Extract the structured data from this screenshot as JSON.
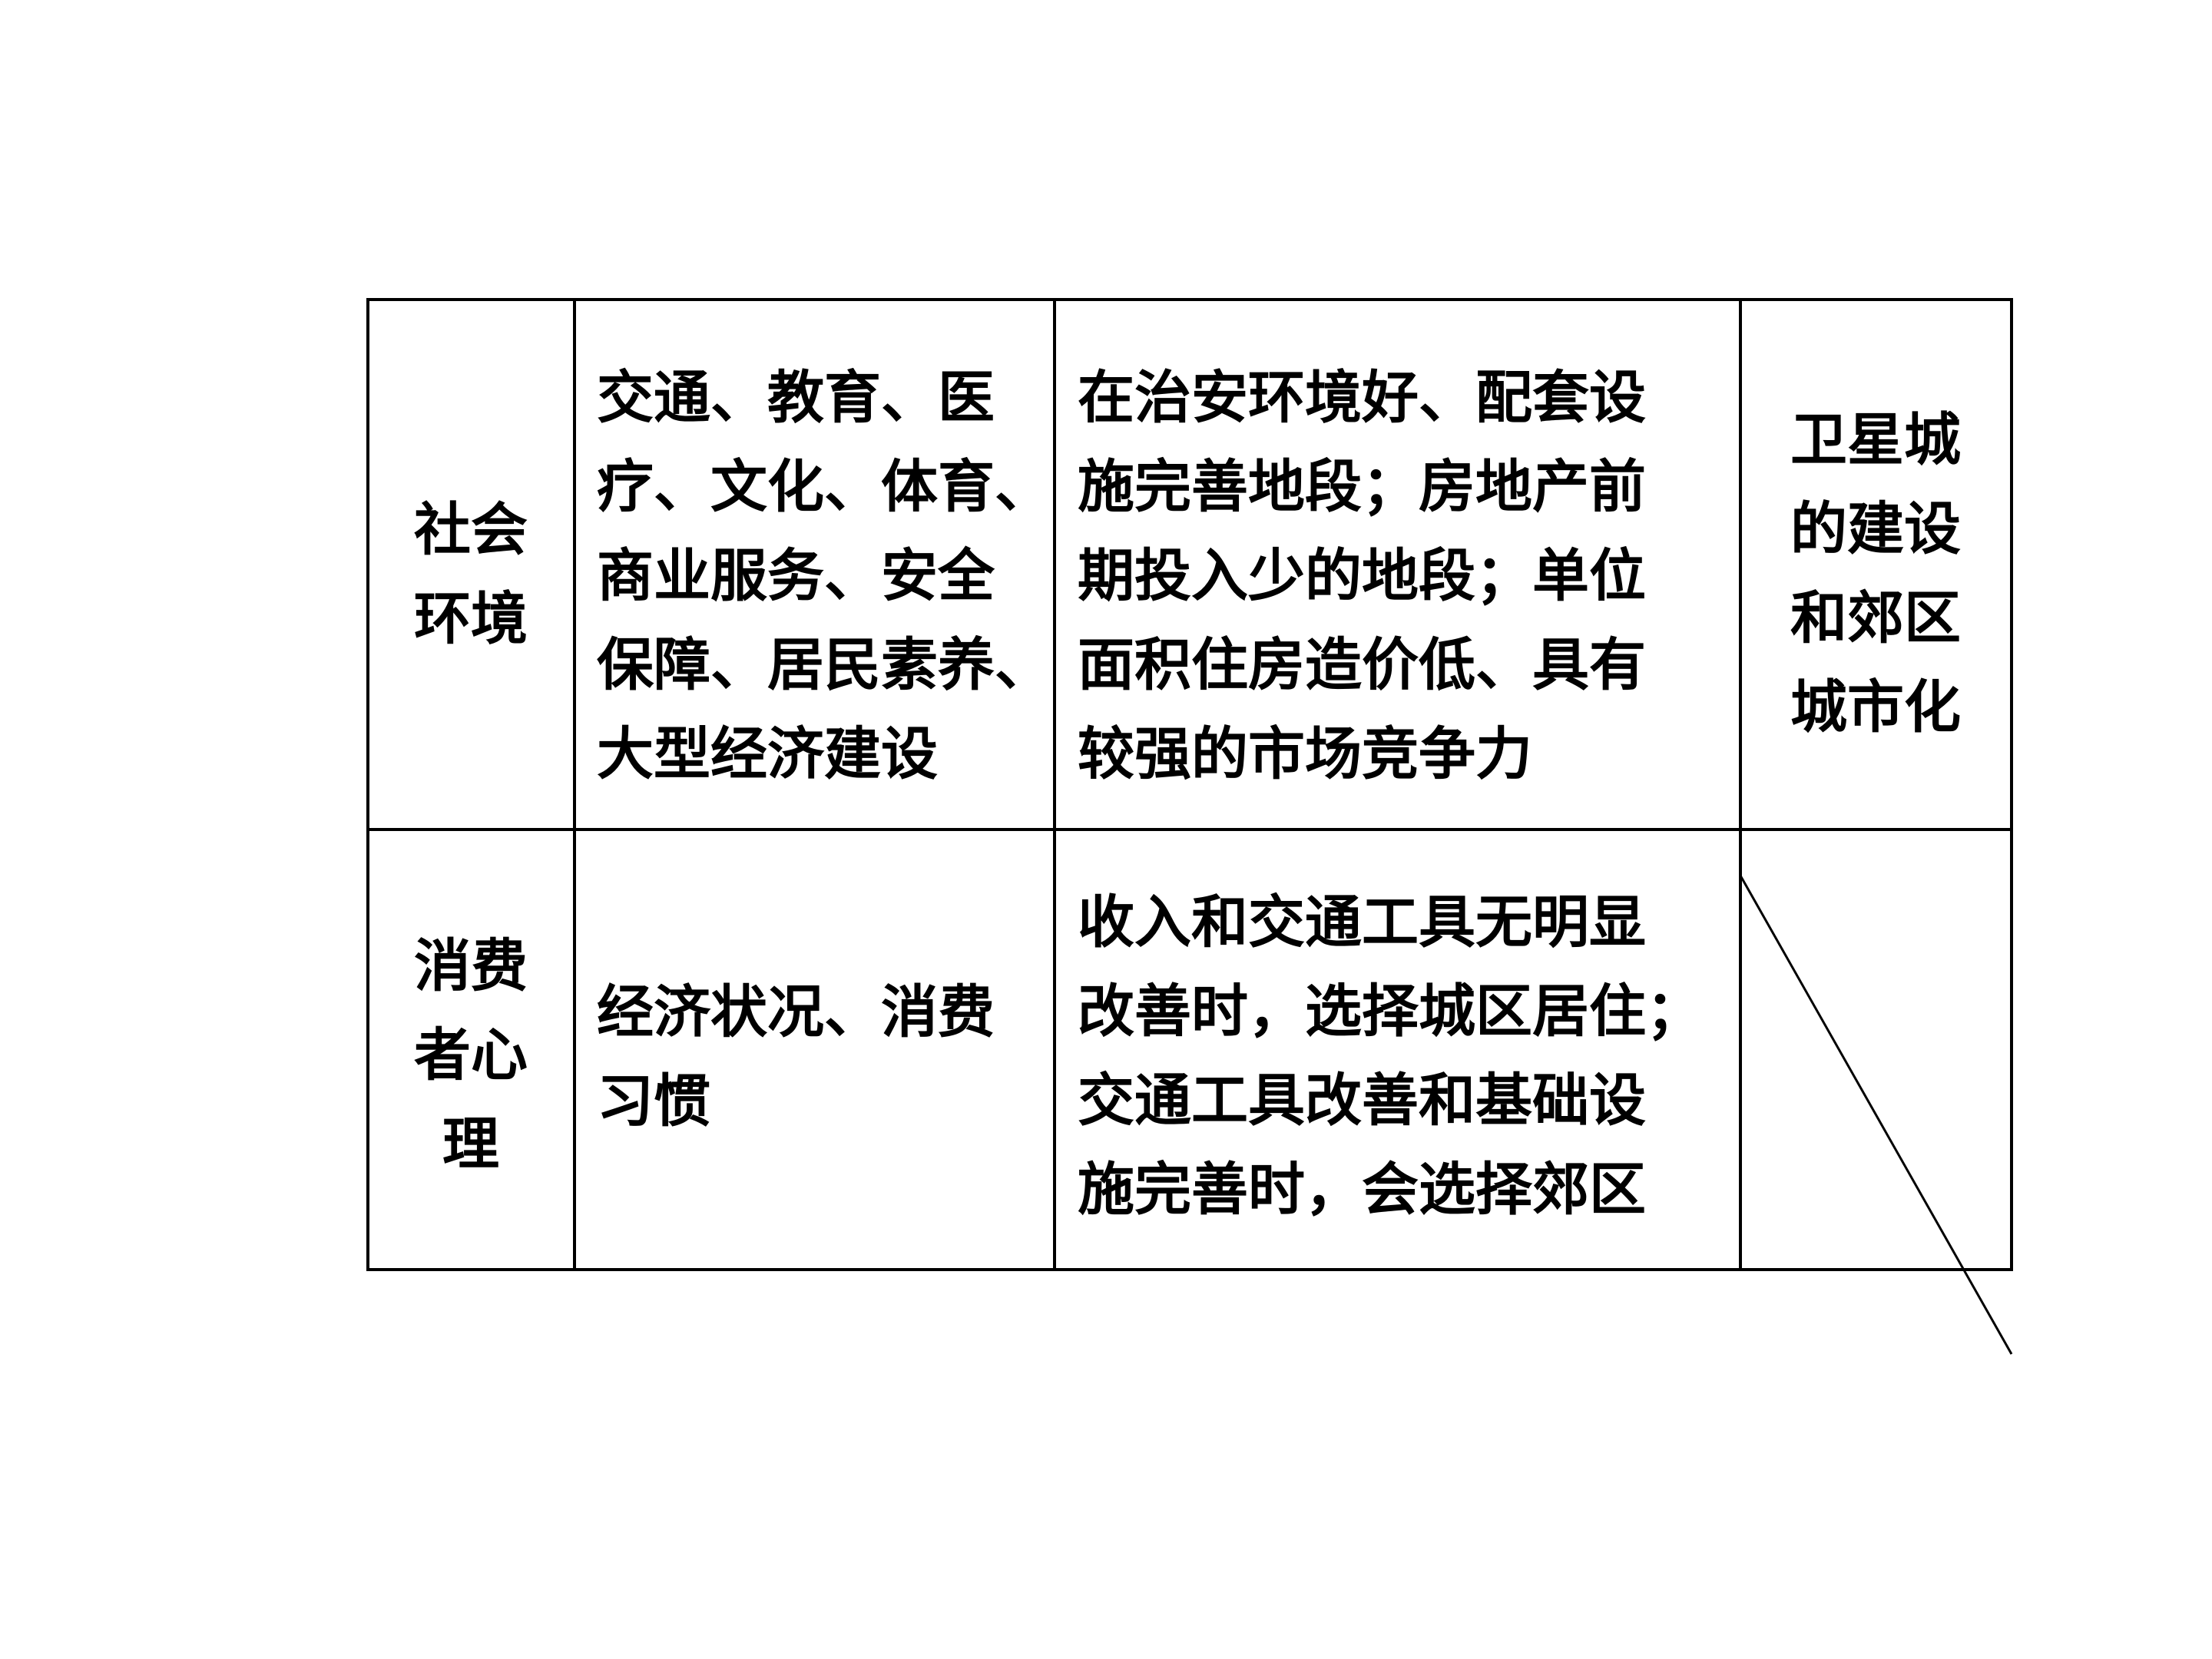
{
  "table": {
    "rows": [
      {
        "category": [
          "社会",
          "环境"
        ],
        "factors": [
          "交通、教育、医",
          "疗、文化、体育、",
          "商业服务、安全",
          "保障、居民素养、",
          "大型经济建设"
        ],
        "effects": [
          "在治安环境好、配套设",
          "施完善地段；房地产前",
          "期投入少的地段；单位",
          "面积住房造价低、具有",
          "较强的市场竞争力"
        ],
        "result": [
          "卫星城",
          "的建设",
          "和郊区",
          "城市化"
        ]
      },
      {
        "category": [
          "消费",
          "者心",
          "理"
        ],
        "factors": [
          "经济状况、消费",
          "习惯"
        ],
        "effects": [
          "收入和交通工具无明显",
          "改善时，选择城区居住；",
          "交通工具改善和基础设",
          "施完善时，会选择郊区"
        ],
        "result": []
      }
    ]
  },
  "colors": {
    "line": "#000000",
    "background": "#ffffff",
    "text": "#000000"
  }
}
